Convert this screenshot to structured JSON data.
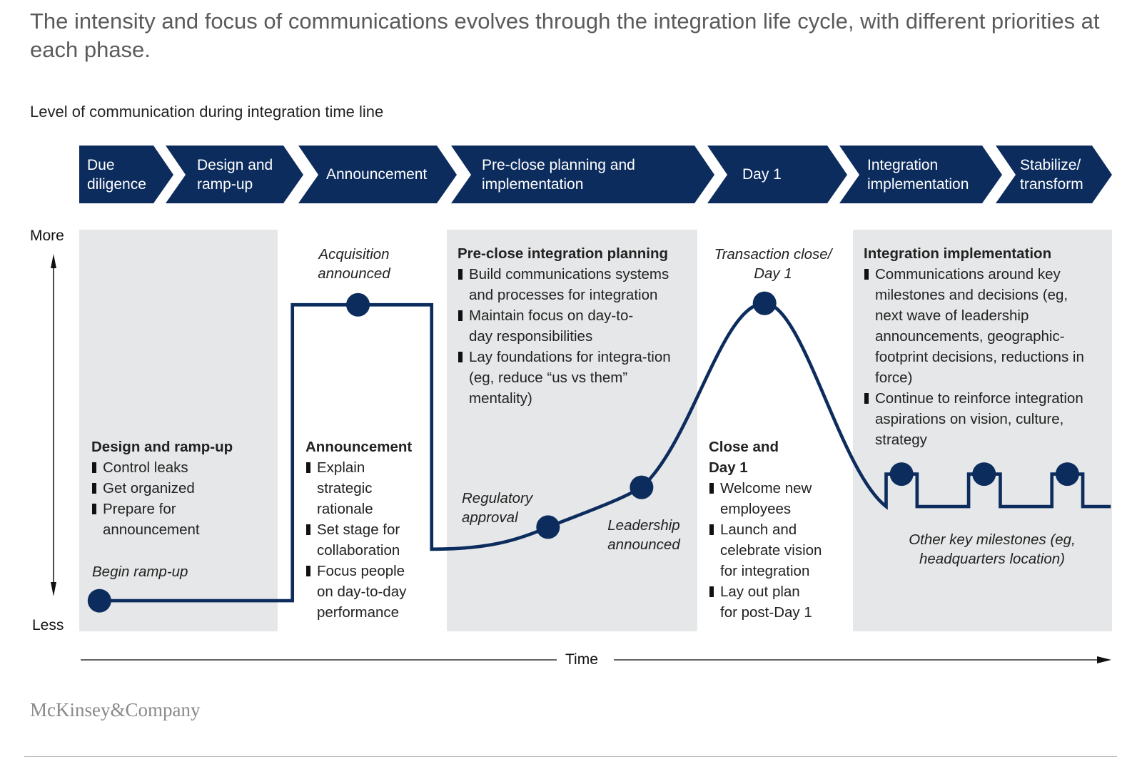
{
  "title": "The intensity and focus of communications evolves through the integration life cycle, with different priorities at each phase.",
  "subtitle": "Level of communication during integration time line",
  "colors": {
    "navy": "#0c2c5e",
    "panel": "#e6e7e8"
  },
  "phases": [
    {
      "label": "Due diligence"
    },
    {
      "label": "Design and ramp-up"
    },
    {
      "label": "Announcement"
    },
    {
      "label": "Pre-close planning and implementation"
    },
    {
      "label": "Day 1"
    },
    {
      "label": "Integration implementation"
    },
    {
      "label": "Stabilize/ transform"
    }
  ],
  "axis": {
    "more": "More",
    "less": "Less",
    "time": "Time"
  },
  "milestones": {
    "begin": "Begin ramp-up",
    "acquisition": "Acquisition announced",
    "regulatory": "Regulatory approval",
    "leadership": "Leadership announced",
    "transaction": "Transaction close/ Day 1",
    "other": "Other key milestones (eg, headquarters location)"
  },
  "blocks": {
    "design": {
      "title": "Design and ramp-up",
      "bullets": [
        "Control leaks",
        "Get organized",
        "Prepare for announcement"
      ]
    },
    "announcement": {
      "title": "Announcement",
      "bullets": [
        "Explain strategic rationale",
        "Set stage for collaboration",
        "Focus people on day-to-day performance"
      ]
    },
    "preclose": {
      "title": "Pre-close integration planning",
      "bullets": [
        "Build communications systems and processes for integration",
        "Maintain focus on day-to-day responsibilities",
        "Lay foundations for integra-tion (eg, reduce “us vs them” mentality)"
      ]
    },
    "close": {
      "title": "Close and Day 1",
      "bullets": [
        "Welcome new employees",
        "Launch and celebrate vision for integration",
        "Lay out plan for post-Day 1"
      ]
    },
    "integration": {
      "title": "Integration implementation",
      "bullets": [
        "Communications around key milestones and decisions (eg, next wave of leadership announcements, geographic-footprint decisions, reductions in force)",
        "Continue to reinforce integration aspirations on vision, culture, strategy"
      ]
    }
  },
  "logo": "McKinsey&Company"
}
